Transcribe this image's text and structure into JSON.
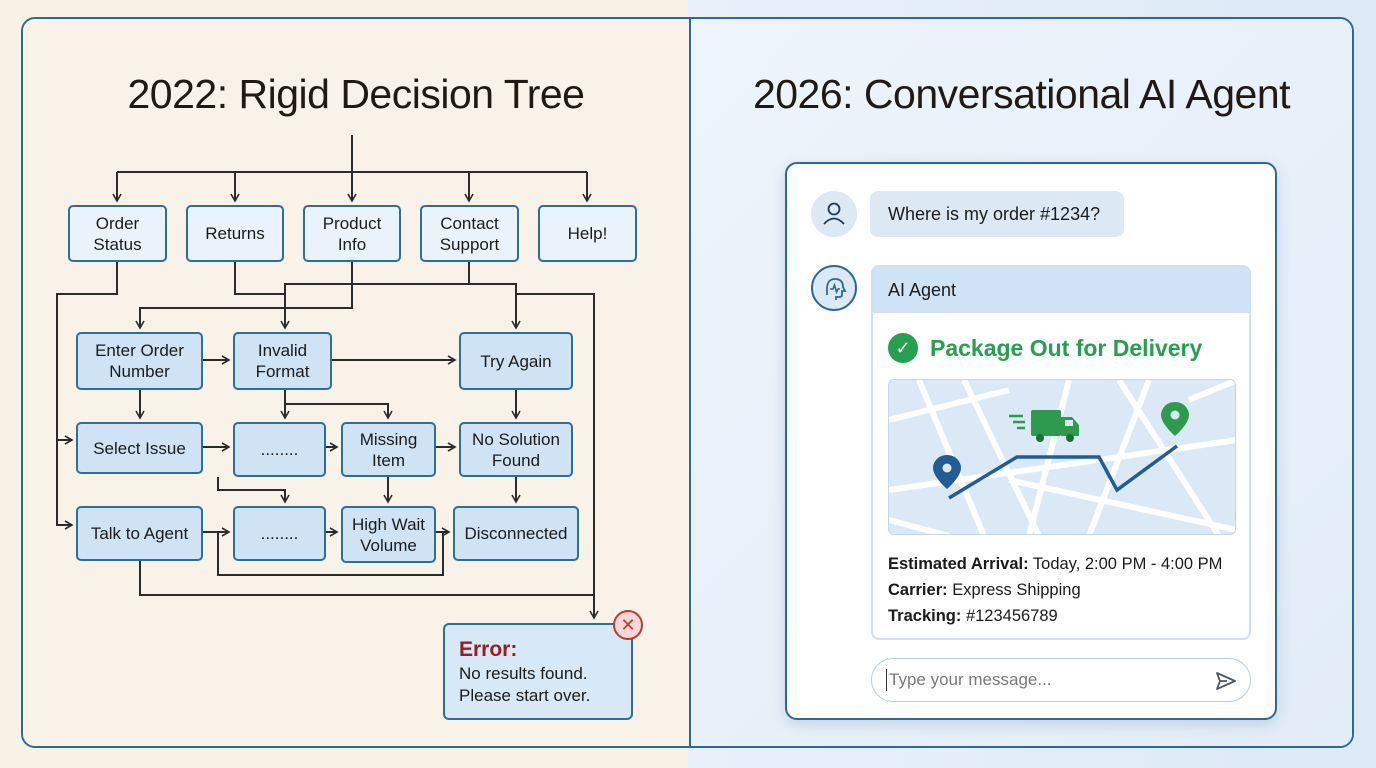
{
  "left": {
    "title": "2022: Rigid Decision Tree",
    "nodes": {
      "order_status": "Order\nStatus",
      "returns": "Returns",
      "product_info": "Product\nInfo",
      "contact_support": "Contact\nSupport",
      "help": "Help!",
      "enter_order": "Enter Order\nNumber",
      "invalid_format": "Invalid\nFormat",
      "try_again": "Try Again",
      "select_issue": "Select Issue",
      "dots_1": "........",
      "missing_item": "Missing\nItem",
      "no_solution": "No Solution\nFound",
      "talk_agent": "Talk to Agent",
      "dots_2": "........",
      "high_wait": "High Wait\nVolume",
      "disconnected": "Disconnected"
    },
    "error": {
      "title": "Error:",
      "line1": "No results found.",
      "line2": "Please start over.",
      "icon": "close-icon"
    }
  },
  "right": {
    "title": "2026: Conversational AI Agent",
    "user_message": "Where is my order #1234?",
    "ai_header": "AI Agent",
    "status": "Package Out for Delivery",
    "details": {
      "arrival_label": "Estimated Arrival:",
      "arrival_value": " Today, 2:00 PM - 4:00 PM",
      "carrier_label": "Carrier:",
      "carrier_value": " Express Shipping",
      "tracking_label": "Tracking:",
      "tracking_value": " #123456789"
    },
    "input_placeholder": "Type your message...",
    "colors": {
      "accent": "#2a6a9a",
      "success": "#25a04f",
      "error": "#c0392b"
    }
  }
}
